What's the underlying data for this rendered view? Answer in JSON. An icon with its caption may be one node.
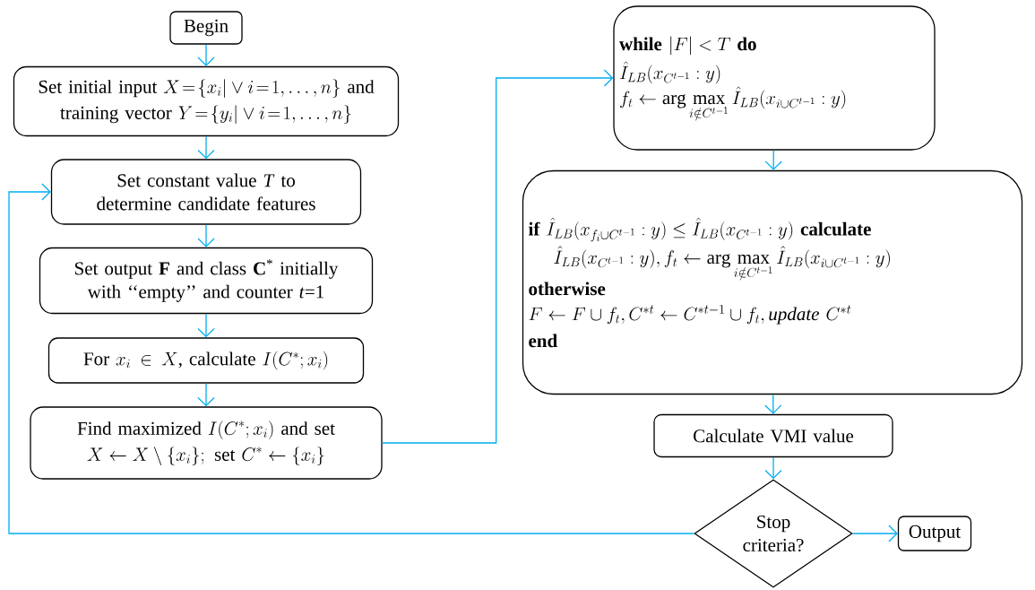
{
  "diagram": {
    "nodes": [
      {
        "text": [
          "Begin"
        ]
      },
      {
        "text": [
          "\\begin{gathered}\\text{Set initial input }X\\!=\\!\\{x_i|\\vee i\\!=\\!1,\\ldots,n\\}\\text{ and}\\\\ \\text{training vector }Y\\!=\\!\\{y_i|\\vee i\\!=\\!1,\\ldots,n\\}\\end{gathered}"
        ]
      },
      {
        "text": [
          "Set constant value *T* to determine candidate features"
        ]
      },
      {
        "text": [
          "Set output **F** and class **C**$^{*}$ initially with ‘‘empty’’ and counter *t*=1"
        ]
      },
      {
        "text": [
          "\\text{For }x_i\\in X\\text{, calculate }I(C^*;x_i)"
        ]
      },
      {
        "text": [
          "\\begin{gathered}\\text{Find maximized }I(C^*;x_i)\\text{ and set}\\\\ X\\leftarrow X\\setminus\\{x_i\\};\\text{ set }C^*\\leftarrow\\{x_i\\}\\end{gathered}"
        ]
      },
      {
        "text": [
          "\\textbf{while }|F|<T\\textbf{ do}",
          "\\hat{I}_{LB}(x_{C^{t-1}}:y)",
          "f_t\\leftarrow\\arg\\max_{i\\notin C^{t-1}}\\hat{I}_{LB}(x_{i\\cup C^{t-1}}:y)"
        ]
      },
      {
        "text": [
          "\\textbf{if }\\hat{I}_{LB}(x_{f_i\\cup C^{t-1}}:y)\\le\\hat{I}_{LB}(x_{C^{t-1}}:y)\\textbf{ calculate}",
          "\\hat{I}_{LB}(x_{C^{t-1}}:y),f_t\\leftarrow\\arg\\max_{i\\notin C^{t-1}}\\hat{I}_{LB}(x_{i\\cup C^{t-1}}:y)",
          "otherwise",
          "F\\leftarrow F\\cup f_t,C^{*t}\\leftarrow C^{*t-1}\\cup f_t,\\mathit{update}\\ C^{*t}",
          "end"
        ]
      },
      {
        "text": [
          "Calculate VMI value"
        ]
      },
      {
        "text": [
          "Stop criteria?"
        ]
      },
      {
        "text": [
          "Output"
        ]
      }
    ],
    "edges": [
      {
        "from": 0,
        "to": 1,
        "arrow": "to"
      },
      {
        "from": 1,
        "to": 2,
        "arrow": "to"
      },
      {
        "from": 2,
        "to": 3,
        "arrow": "to"
      },
      {
        "from": 3,
        "to": 4,
        "arrow": "to"
      },
      {
        "from": 4,
        "to": 5,
        "arrow": "to"
      },
      {
        "from": 5,
        "to": 6,
        "arrow": "to"
      },
      {
        "from": 6,
        "to": 7,
        "arrow": "to"
      },
      {
        "from": 7,
        "to": 8,
        "arrow": "to"
      },
      {
        "from": 8,
        "to": 9,
        "arrow": "to"
      },
      {
        "from": 9,
        "to": 10,
        "arrow": "to"
      },
      {
        "from": 9,
        "to": 2,
        "arrow": "to"
      }
    ]
  }
}
